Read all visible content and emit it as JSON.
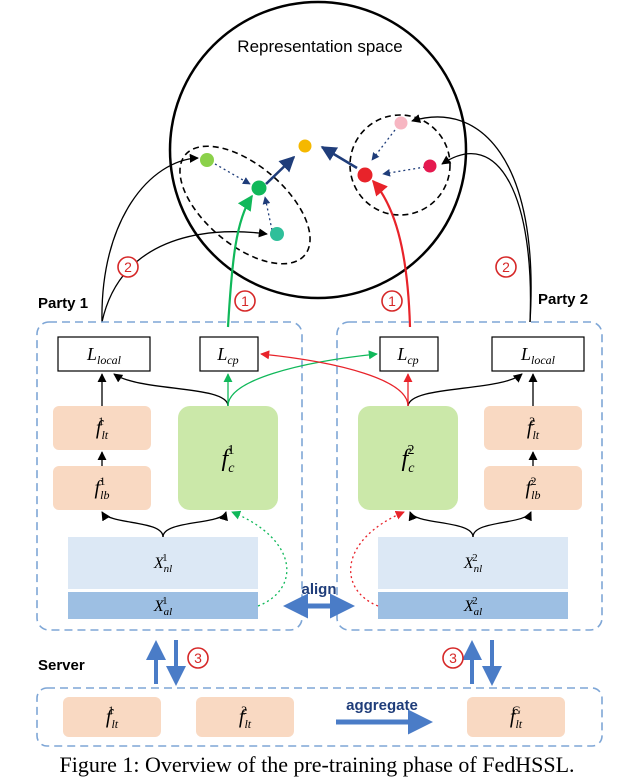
{
  "title": "Representation space",
  "party1": {
    "label": "Party 1",
    "loss_local": "L",
    "loss_local_sub": "local",
    "loss_cp": "L",
    "loss_cp_sub": "cp",
    "f_lt": "f",
    "f_lt_sub": "lt",
    "f_lt_sup": "1",
    "f_lb": "f",
    "f_lb_sub": "lb",
    "f_lb_sup": "1",
    "f_c": "f",
    "f_c_sub": "c",
    "f_c_sup": "1",
    "x_nl": "X",
    "x_nl_sub": "nl",
    "x_nl_sup": "1",
    "x_al": "X",
    "x_al_sub": "al",
    "x_al_sup": "1"
  },
  "party2": {
    "label": "Party 2",
    "loss_local": "L",
    "loss_local_sub": "local",
    "loss_cp": "L",
    "loss_cp_sub": "cp",
    "f_lt": "f",
    "f_lt_sub": "lt",
    "f_lt_sup": "2",
    "f_lb": "f",
    "f_lb_sub": "lb",
    "f_lb_sup": "2",
    "f_c": "f",
    "f_c_sub": "c",
    "f_c_sup": "2",
    "x_nl": "X",
    "x_nl_sub": "nl",
    "x_nl_sup": "2",
    "x_al": "X",
    "x_al_sub": "al",
    "x_al_sup": "2"
  },
  "server": {
    "label": "Server",
    "f1": "f",
    "f1_sub": "lt",
    "f1_sup": "1",
    "f2": "f",
    "f2_sub": "lt",
    "f2_sup": "2",
    "fg": "f",
    "fg_sub": "lt",
    "fg_sup": "G"
  },
  "align_label": "align",
  "aggregate_label": "aggregate",
  "step1": "1",
  "step2": "2",
  "step3": "3",
  "caption": "Figure 1: Overview of the pre-training phase of FedHSSL.",
  "colors": {
    "green": "#10b85a",
    "red": "#e8232a",
    "blue": "#1f3d7a",
    "orange_box": "#f9d9c2",
    "green_box": "#cbe8a9",
    "light_blue": "#dce8f5",
    "mid_blue": "#9dbfe3",
    "dashed": "#7ea6d6",
    "arrow_blue": "#4a7cc7",
    "step_red": "#d62828"
  }
}
